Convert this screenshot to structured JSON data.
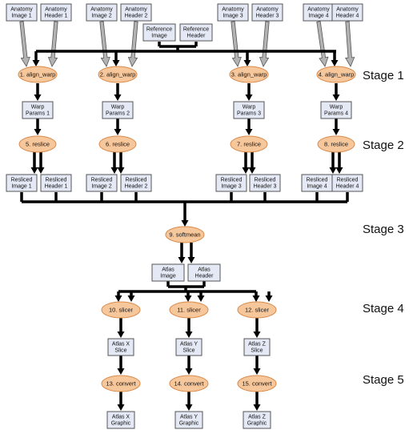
{
  "inputs": {
    "anatomy": [
      [
        "Anatomy",
        "Image 1"
      ],
      [
        "Anatomy",
        "Header 1"
      ],
      [
        "Anatomy",
        "Image 2"
      ],
      [
        "Anatomy",
        "Header 2"
      ],
      [
        "Anatomy",
        "Image 3"
      ],
      [
        "Anatomy",
        "Header 3"
      ],
      [
        "Anatomy",
        "Image 4"
      ],
      [
        "Anatomy",
        "Header 4"
      ]
    ],
    "reference": [
      [
        "Reference",
        "Image"
      ],
      [
        "Reference",
        "Header"
      ]
    ]
  },
  "processes": {
    "align_warp": [
      "1. align_warp",
      "2. align_warp",
      "3. align_warp",
      "4. align_warp"
    ],
    "reslice": [
      "5. reslice",
      "6. reslice",
      "7. reslice",
      "8. reslice"
    ],
    "softmean": "9. softmean",
    "slicer": [
      "10. slicer",
      "11. slicer",
      "12. slicer"
    ],
    "convert": [
      "13. convert",
      "14. convert",
      "15. convert"
    ]
  },
  "data_products": {
    "warp_params": [
      [
        "Warp",
        "Params 1"
      ],
      [
        "Warp",
        "Params 2"
      ],
      [
        "Warp",
        "Params 3"
      ],
      [
        "Warp",
        "Params 4"
      ]
    ],
    "resliced": [
      [
        "Resliced",
        "Image 1"
      ],
      [
        "Resliced",
        "Header 1"
      ],
      [
        "Resliced",
        "Image 2"
      ],
      [
        "Resliced",
        "Header 2"
      ],
      [
        "Resliced",
        "Image 3"
      ],
      [
        "Resliced",
        "Header 3"
      ],
      [
        "Resliced",
        "Image 4"
      ],
      [
        "Resliced",
        "Header 4"
      ]
    ],
    "atlas": [
      [
        "Atlas",
        "Image"
      ],
      [
        "Atlas",
        "Header"
      ]
    ],
    "slices": [
      [
        "Atlas X",
        "Slice"
      ],
      [
        "Atlas Y",
        "Slice"
      ],
      [
        "Atlas Z",
        "Slice"
      ]
    ],
    "graphics": [
      [
        "Atlas X",
        "Graphic"
      ],
      [
        "Atlas Y",
        "Graphic"
      ],
      [
        "Atlas Z",
        "Graphic"
      ]
    ]
  },
  "stages": [
    "Stage 1",
    "Stage 2",
    "Stage 3",
    "Stage 4",
    "Stage 5"
  ],
  "colors": {
    "process_fill": "#f7c79c",
    "process_stroke": "#d98a4a",
    "data_fill": "#e4e9f5",
    "edge": "#000000",
    "input_arrow": "#b3b3b3"
  }
}
